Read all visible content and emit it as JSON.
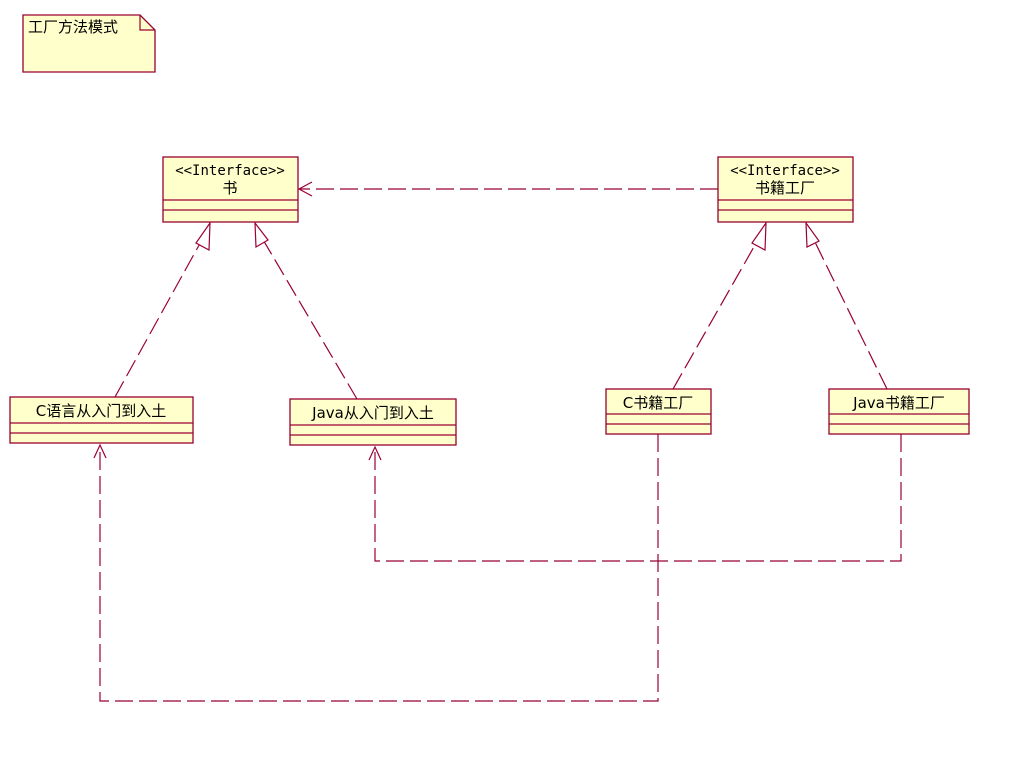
{
  "note": {
    "text": "工厂方法模式"
  },
  "classes": {
    "book": {
      "stereotype": "<<Interface>>",
      "name": "书"
    },
    "book_factory": {
      "stereotype": "<<Interface>>",
      "name": "书籍工厂"
    },
    "c_book": {
      "name": "C语言从入门到入土"
    },
    "java_book": {
      "name": "Java从入门到入土"
    },
    "c_factory": {
      "name": "C书籍工厂"
    },
    "java_factory": {
      "name": "Java书籍工厂"
    }
  },
  "colors": {
    "border": "#990033",
    "fill": "#ffffcc"
  }
}
